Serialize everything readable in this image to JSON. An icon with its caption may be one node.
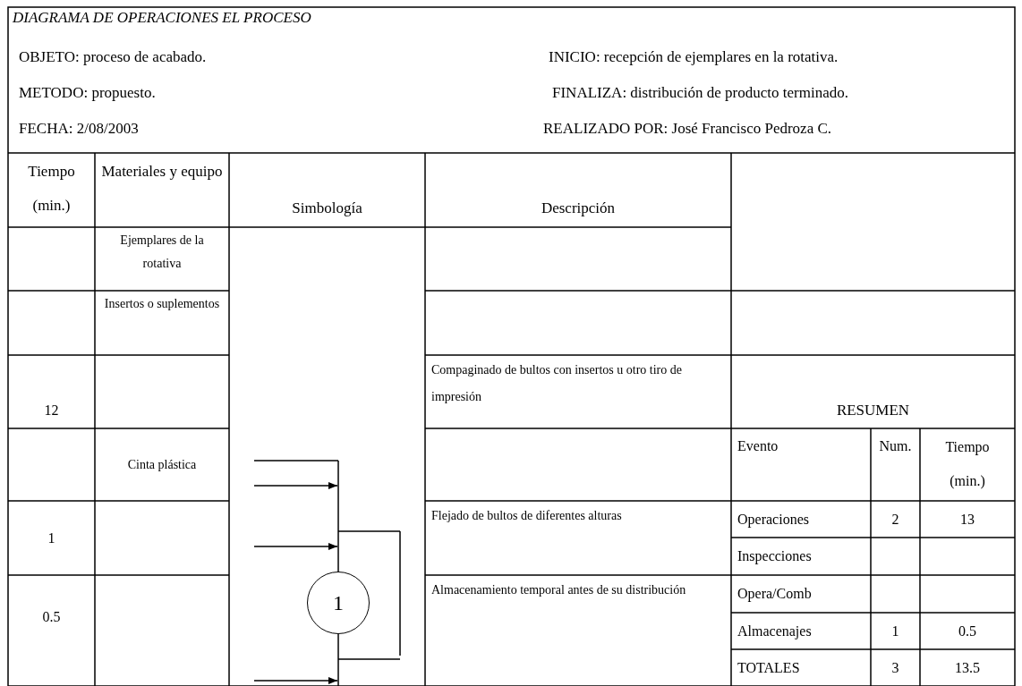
{
  "diagram": {
    "title": "DIAGRAMA DE  OPERACIONES EL PROCESO",
    "nodes": [
      {
        "text": [
          "1"
        ]
      }
    ],
    "labels": [
      "OBJETO: proceso de acabado.",
      "INICIO:  recepción de ejemplares en la rotativa.",
      "METODO: propuesto.",
      "FINALIZA: distribución de producto terminado.",
      "FECHA:  2/08/2003",
      "REALIZADO POR: José Francisco Pedroza C.",
      "Tiempo (min.)",
      "Materiales y equipo",
      "Simbología",
      "Descripción",
      "Ejemplares de la rotativa",
      "Insertos o suplementos",
      "Compaginado de bultos con insertos u otro tiro de impresión",
      "12",
      "RESUMEN",
      "Evento",
      "Num.",
      "Tiempo (min.)",
      "Cinta plástica",
      "Flejado de bultos de diferentes alturas",
      "Operaciones",
      "2",
      "13",
      "1",
      "Inspecciones",
      "Almacenamiento temporal antes de su distribución",
      "Opera/Comb",
      "0.5",
      "Almacenajes",
      "1",
      "0.5",
      "TOTALES",
      "3",
      "13.5"
    ]
  }
}
